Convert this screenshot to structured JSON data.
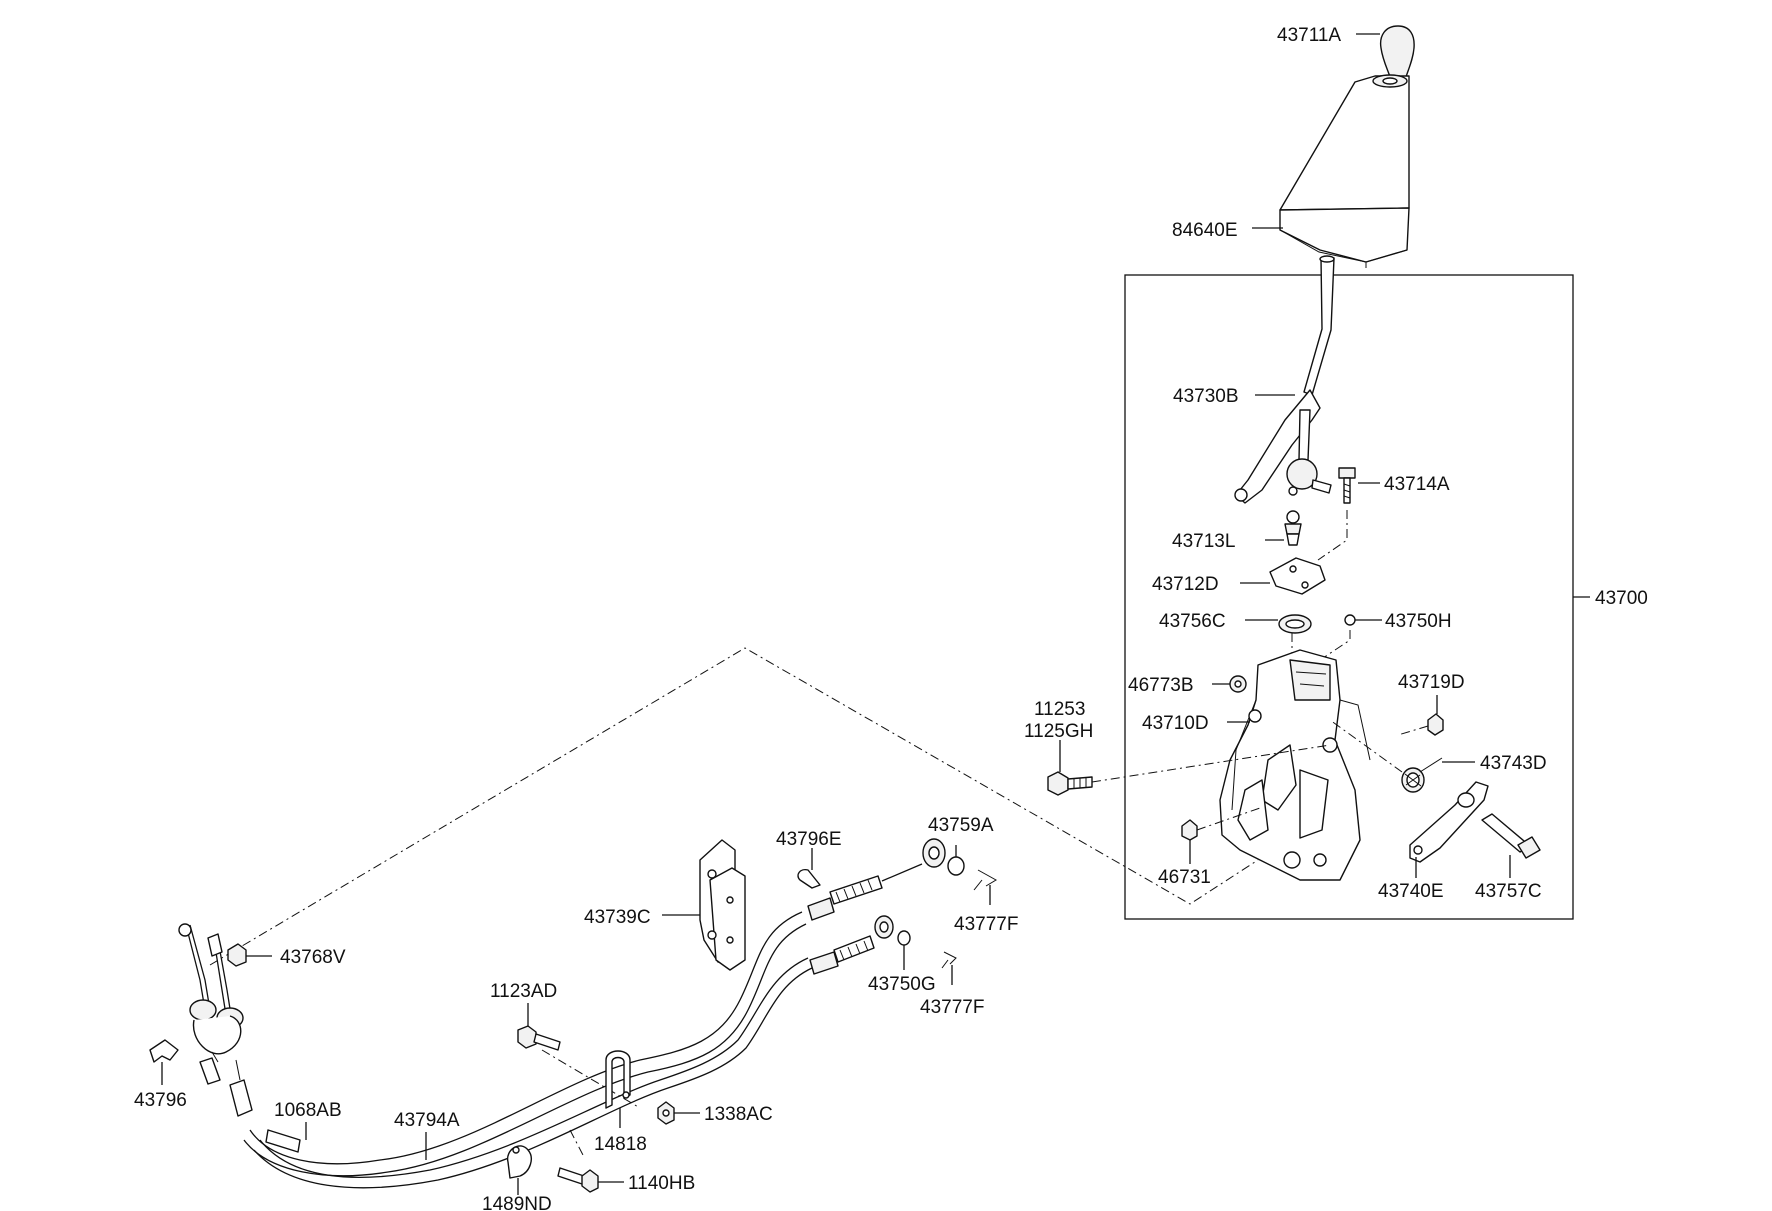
{
  "labels": {
    "l43711A": "43711A",
    "l84640E": "84640E",
    "l43730B": "43730B",
    "l43714A": "43714A",
    "l43713L": "43713L",
    "l43712D": "43712D",
    "l43756C": "43756C",
    "l43750H": "43750H",
    "l43700": "43700",
    "l46773B": "46773B",
    "l43719D": "43719D",
    "l43710D": "43710D",
    "l11253": "11253",
    "l1125GH": "1125GH",
    "l43743D": "43743D",
    "l46731": "46731",
    "l43740E": "43740E",
    "l43757C": "43757C",
    "l43759A": "43759A",
    "l43796E": "43796E",
    "l43739C": "43739C",
    "l43777F_a": "43777F",
    "l43768V": "43768V",
    "l43750G": "43750G",
    "l43777F_b": "43777F",
    "l1123AD": "1123AD",
    "l43796": "43796",
    "l1068AB": "1068AB",
    "l43794A": "43794A",
    "l14818": "14818",
    "l1338AC": "1338AC",
    "l1489ND": "1489ND",
    "l1140HB": "1140HB"
  }
}
